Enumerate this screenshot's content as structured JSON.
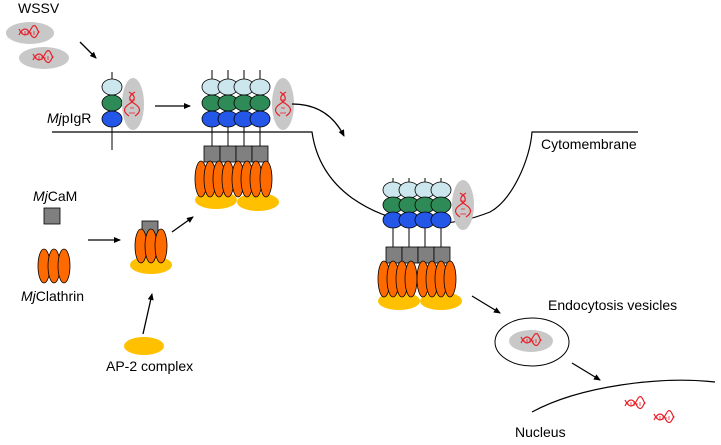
{
  "labels": {
    "wssv": "WSSV",
    "mjpigr_italic": "Mj",
    "mjpigr_rest": "pIgR",
    "cytomembrane": "Cytomembrane",
    "mjcam_italic": "Mj",
    "mjcam_rest": "CaM",
    "mjclathrin_italic": "Mj",
    "mjclathrin_rest": "Clathrin",
    "ap2": "AP-2 complex",
    "endocytosis": "Endocytosis vesicles",
    "nucleus": "Nucleus"
  },
  "colors": {
    "light_blue": "#cce6ee",
    "green": "#2e8b57",
    "blue": "#2457e8",
    "orange": "#ff6a00",
    "yellow": "#ffc000",
    "gray_block": "#808080",
    "virus_gray": "#c8c8c8",
    "dna_red": "#e8202a"
  }
}
